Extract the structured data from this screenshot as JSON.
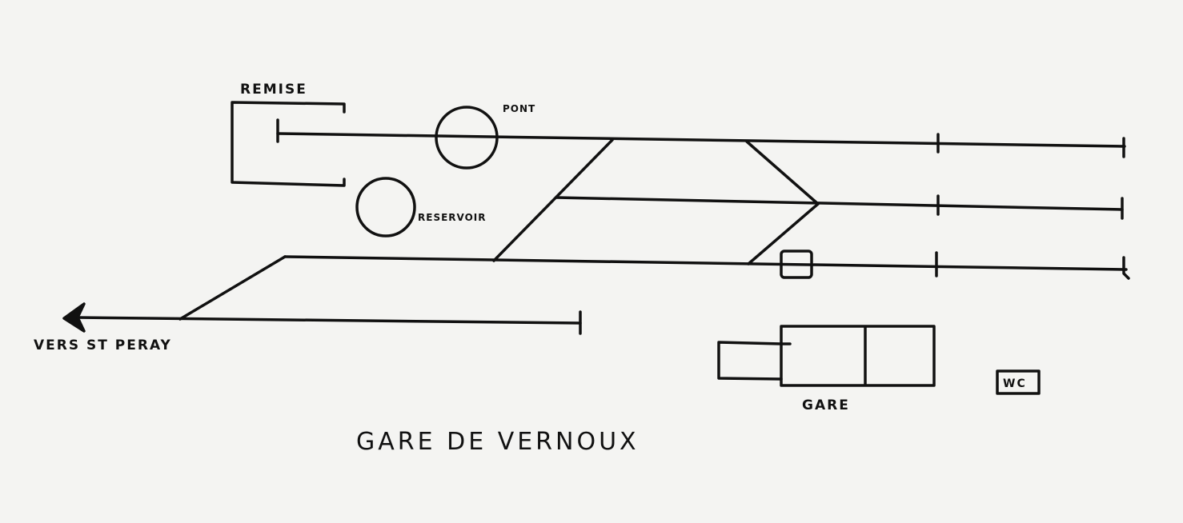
{
  "labels": {
    "remise": "REMISE",
    "pont": "PONT",
    "reservoir": "RESERVOIR",
    "vers_st_peray": "VERS ST PERAY",
    "gare": "GARE",
    "wc": "WC",
    "title": "GARE DE VERNOUX"
  },
  "colors": {
    "ink": "#111111",
    "paper": "#f4f4f2"
  },
  "icons": {
    "direction_arrow": "arrow-left-icon"
  }
}
